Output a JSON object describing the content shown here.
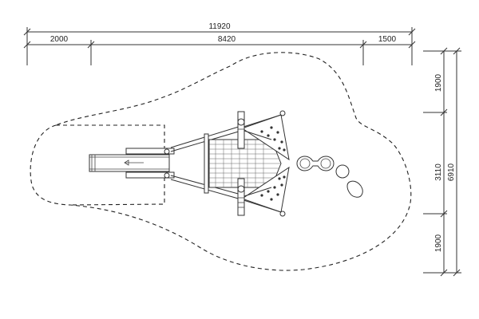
{
  "dimensions": {
    "overall_width": "11920",
    "left_clearance": "2000",
    "equipment_length": "8420",
    "right_clearance": "1500",
    "top_clearance": "1900",
    "equipment_width": "3110",
    "overall_depth": "6910",
    "bottom_clearance": "1900"
  }
}
